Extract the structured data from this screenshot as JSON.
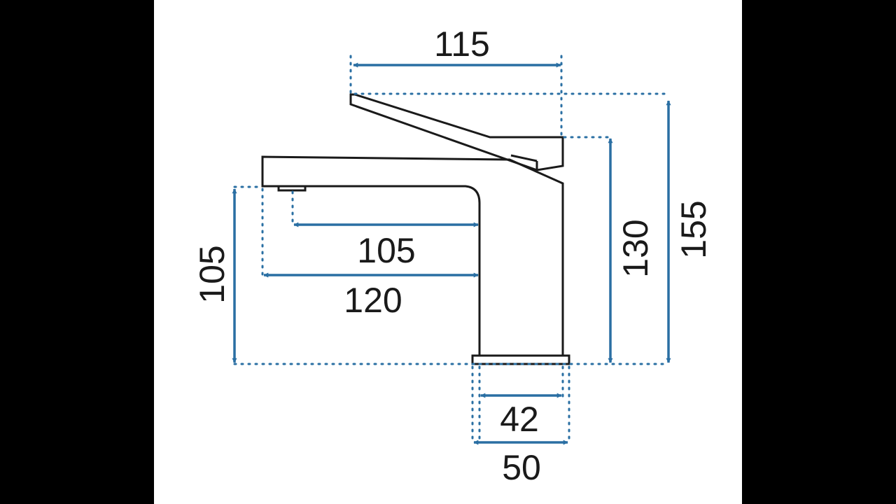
{
  "diagram": {
    "colors": {
      "background": "#000000",
      "paper": "#ffffff",
      "outline": "#1a1a1a",
      "dimension": "#2a6fa3"
    },
    "dimensions": {
      "lever_reach": "115",
      "total_height": "155",
      "body_height": "130",
      "spout_height": "105",
      "spout_reach_inner": "105",
      "spout_reach_outer": "120",
      "base_inner_width": "42",
      "base_outer_width": "50"
    }
  }
}
